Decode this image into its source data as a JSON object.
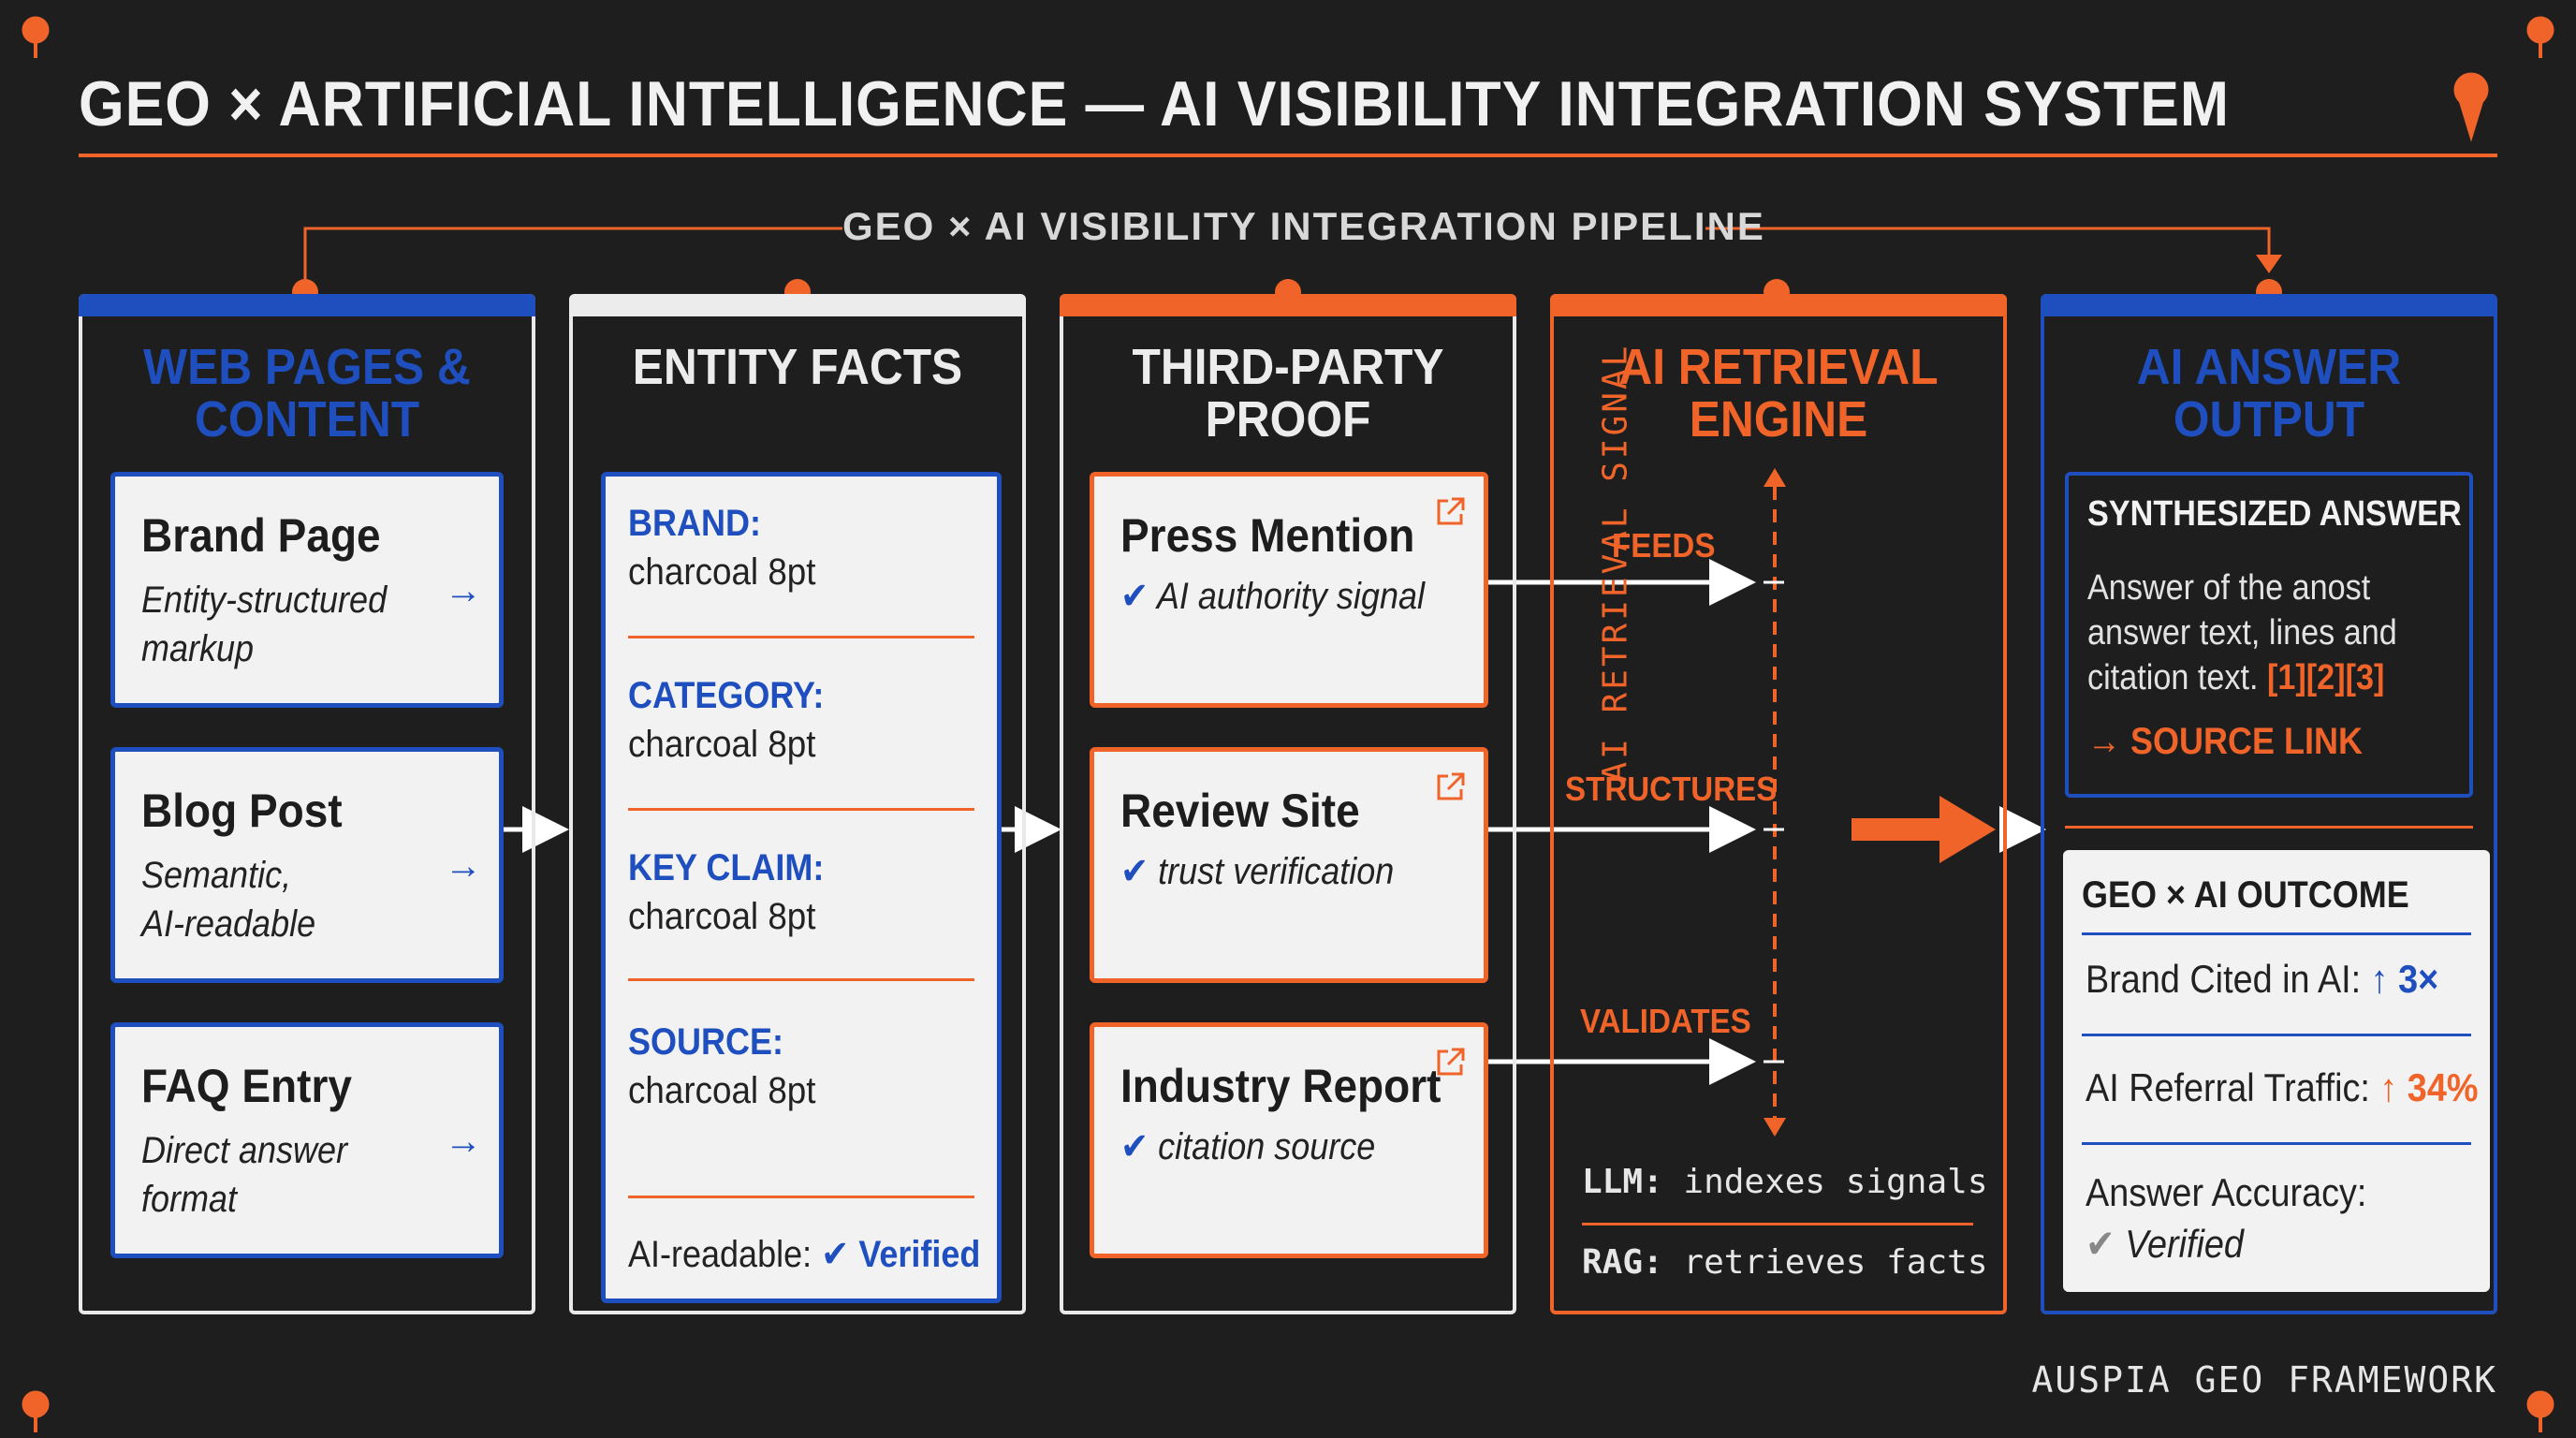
{
  "title": "GEO × ARTIFICIAL INTELLIGENCE — AI VISIBILITY INTEGRATION SYSTEM",
  "pipeline_label": "GEO × AI VISIBILITY INTEGRATION PIPELINE",
  "colors": {
    "background": "#1e1e1f",
    "orange": "#f0642a",
    "blue": "#1f4fbf",
    "card": "#f2f2f2"
  },
  "columns": {
    "web": {
      "title_line1": "WEB PAGES &",
      "title_line2": "CONTENT",
      "cards": [
        {
          "title": "Brand Page",
          "line1": "Entity-structured",
          "line2": "markup",
          "arrow": "→"
        },
        {
          "title": "Blog Post",
          "line1": "Semantic,",
          "line2": "AI-readable",
          "arrow": "→"
        },
        {
          "title": "FAQ Entry",
          "line1": "Direct answer",
          "line2": "format",
          "arrow": "→"
        }
      ]
    },
    "entity": {
      "title": "ENTITY FACTS",
      "facts": [
        {
          "label": "BRAND:",
          "value": "charcoal 8pt"
        },
        {
          "label": "CATEGORY:",
          "value": "charcoal 8pt"
        },
        {
          "label": "KEY CLAIM:",
          "value": "charcoal 8pt"
        },
        {
          "label": "SOURCE:",
          "value": "charcoal 8pt"
        }
      ],
      "footer_label": "AI-readable:",
      "footer_check": "✔",
      "footer_status": "Verified"
    },
    "proof": {
      "title_line1": "THIRD-PARTY",
      "title_line2": "PROOF",
      "cards": [
        {
          "title": "Press Mention",
          "check": "✔",
          "note": "AI authority signal"
        },
        {
          "title": "Review Site",
          "check": "✔",
          "note": "trust verification"
        },
        {
          "title": "Industry Report",
          "check": "✔",
          "note": "citation source"
        }
      ]
    },
    "engine": {
      "title_line1": "AI RETRIEVAL",
      "title_line2": "ENGINE",
      "flows": [
        "FEEDS",
        "STRUCTURES",
        "VALIDATES"
      ],
      "signal_label": "AI RETRIEVAL SIGNAL",
      "llm_key": "LLM:",
      "llm_value": "indexes signals",
      "rag_key": "RAG:",
      "rag_value": "retrieves facts"
    },
    "output": {
      "title_line1": "AI ANSWER",
      "title_line2": "OUTPUT",
      "synth_title": "SYNTHESIZED ANSWER",
      "synth_line1": "Answer of the anost",
      "synth_line2": "answer text,  lines and",
      "synth_line3": "citation text.",
      "citations": "[1][2][3]",
      "source_link": "→ SOURCE LINK",
      "outcome_title": "GEO × AI OUTCOME",
      "brand_cited_label": "Brand Cited in AI:",
      "brand_cited_value": "↑ 3×",
      "referral_label": "AI Referral Traffic:",
      "referral_value": "↑ 34%",
      "accuracy_label": "Answer Accuracy:",
      "accuracy_check": "✔",
      "accuracy_value": "Verified"
    }
  },
  "footer": "AUSPIA GEO FRAMEWORK"
}
